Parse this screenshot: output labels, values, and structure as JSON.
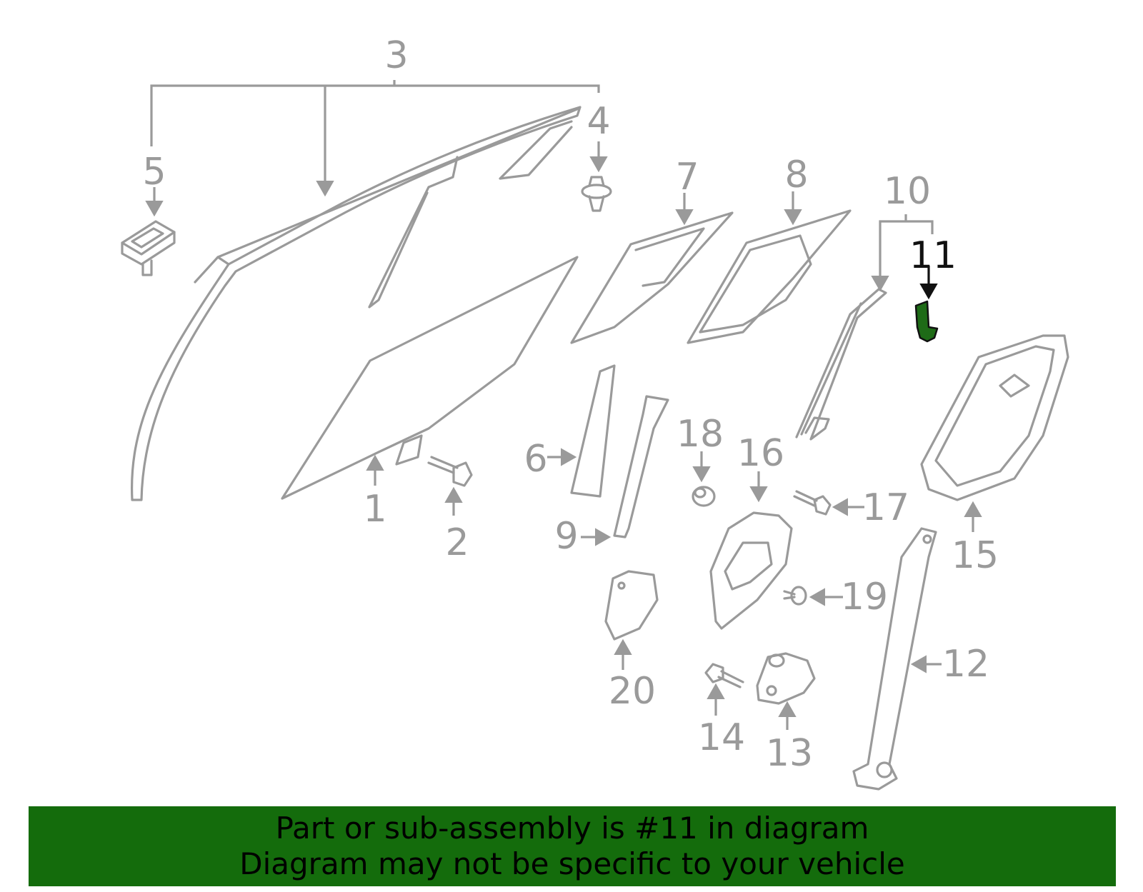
{
  "callouts": {
    "c1": "1",
    "c2": "2",
    "c3": "3",
    "c4": "4",
    "c5": "5",
    "c6": "6",
    "c7": "7",
    "c8": "8",
    "c9": "9",
    "c10": "10",
    "c11": "11",
    "c12": "12",
    "c13": "13",
    "c14": "14",
    "c15": "15",
    "c16": "16",
    "c17": "17",
    "c18": "18",
    "c19": "19",
    "c20": "20"
  },
  "highlight": {
    "part_number": "11",
    "color": "#1e6b17",
    "banner_color": "#146c0c"
  },
  "banner": {
    "line1": "Part or sub-assembly is #11 in diagram",
    "line2": "Diagram may not be specific to your vehicle"
  }
}
